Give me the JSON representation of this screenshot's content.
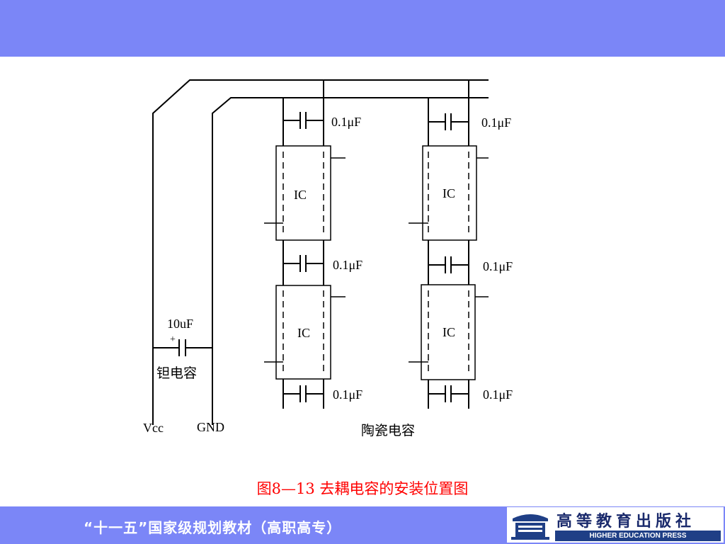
{
  "diagram": {
    "labels": {
      "cap_top_1": "0.1μF",
      "cap_top_2": "0.1μF",
      "cap_mid_1": "0.1μF",
      "cap_mid_2": "0.1μF",
      "cap_bot_1": "0.1μF",
      "cap_bot_2": "0.1μF",
      "ic_1": "IC",
      "ic_2": "IC",
      "ic_3": "IC",
      "ic_4": "IC",
      "tant_value": "10uF",
      "tant_plus": "+",
      "tant_name": "钽电容",
      "vcc": "Vcc",
      "gnd": "GND",
      "ceramic": "陶瓷电容"
    }
  },
  "caption": "图8—13  去耦电容的安装位置图",
  "footer": {
    "series_title": "“十一五”国家级规划教材（高职高专）",
    "publisher_cn": "高等教育出版社",
    "publisher_en": "HIGHER EDUCATION PRESS"
  },
  "colors": {
    "banner": "#7b86f7",
    "caption": "#ff0000",
    "publisher_blue": "#1f3f86"
  }
}
